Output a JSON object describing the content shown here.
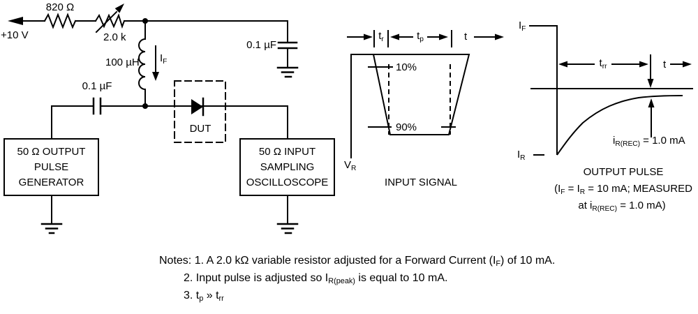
{
  "circuit": {
    "supply_label": "+10 V",
    "r1_label": "820 Ω",
    "r2_label": "2.0 k",
    "inductor_label": "100 µH",
    "forward_current_label": [
      {
        "t": "I"
      },
      {
        "t": "F",
        "sub": true
      }
    ],
    "series_cap_label": "0.1 µF",
    "bypass_cap_label": "0.1 µF",
    "dut_label": "DUT",
    "generator_lines": [
      "50 Ω OUTPUT",
      "PULSE",
      "GENERATOR"
    ],
    "oscilloscope_lines": [
      "50 Ω INPUT",
      "SAMPLING",
      "OSCILLOSCOPE"
    ]
  },
  "input_signal": {
    "tr_label": [
      {
        "t": "t"
      },
      {
        "t": "r",
        "sub": true
      }
    ],
    "tp_label": [
      {
        "t": "t"
      },
      {
        "t": "p",
        "sub": true
      }
    ],
    "t_label": "t",
    "pct10_label": "10%",
    "pct90_label": "90%",
    "vr_label": [
      {
        "t": "V"
      },
      {
        "t": "R",
        "sub": true
      }
    ],
    "caption": "INPUT SIGNAL"
  },
  "output_pulse": {
    "if_label": [
      {
        "t": "I"
      },
      {
        "t": "F",
        "sub": true
      }
    ],
    "ir_label": [
      {
        "t": "I"
      },
      {
        "t": "R",
        "sub": true
      }
    ],
    "trr_label": [
      {
        "t": "t"
      },
      {
        "t": "rr",
        "sub": true
      }
    ],
    "t_label": "t",
    "irec_label": [
      {
        "t": "i"
      },
      {
        "t": "R(REC)",
        "sub": true
      },
      {
        "t": " = 1.0 mA"
      }
    ],
    "caption_line1": "OUTPUT PULSE",
    "caption_line2": [
      {
        "t": "(I"
      },
      {
        "t": "F",
        "sub": true
      },
      {
        "t": " = I"
      },
      {
        "t": "R",
        "sub": true
      },
      {
        "t": " = 10 mA; MEASURED"
      }
    ],
    "caption_line3": [
      {
        "t": "at i"
      },
      {
        "t": "R(REC)",
        "sub": true
      },
      {
        "t": " = 1.0 mA)"
      }
    ]
  },
  "notes": {
    "line1": [
      {
        "t": "Notes: 1. A 2.0 kΩ variable resistor adjusted for a Forward Current (I"
      },
      {
        "t": "F",
        "sub": true
      },
      {
        "t": ") of 10 mA."
      }
    ],
    "line2": [
      {
        "t": "2. Input pulse is adjusted so I"
      },
      {
        "t": "R(peak)",
        "sub": true
      },
      {
        "t": " is equal to 10 mA."
      }
    ],
    "line3": [
      {
        "t": "3. t"
      },
      {
        "t": "p",
        "sub": true
      },
      {
        "t": " » t"
      },
      {
        "t": "rr",
        "sub": true
      }
    ]
  },
  "colors": {
    "ink": "#000000",
    "background": "#ffffff"
  }
}
